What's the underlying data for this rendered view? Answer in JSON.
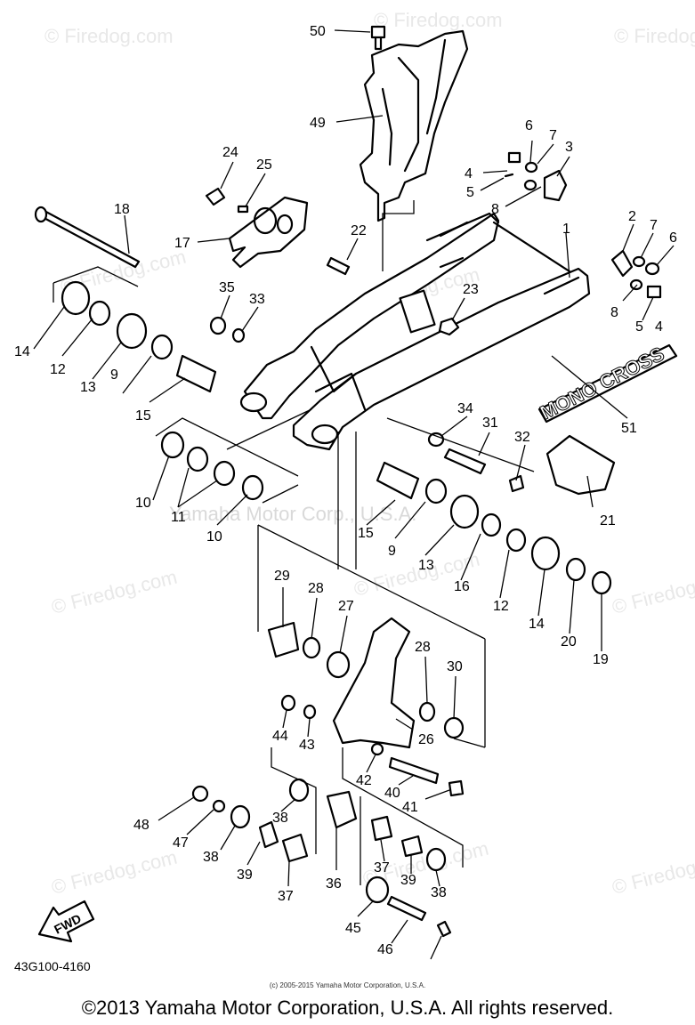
{
  "watermarks": [
    "© Firedog.com",
    "Yamaha Motor Corp., U.S.A."
  ],
  "logo_text": "MONO CROSS",
  "fwd_text": "FWD",
  "catalog_number": "43G100-4160",
  "small_copyright": "(c) 2005-2015 Yamaha Motor Corporation, U.S.A.",
  "copyright": "©2013 Yamaha Motor Corporation, U.S.A. All rights reserved.",
  "callouts": [
    "50",
    "49",
    "6",
    "7",
    "3",
    "4",
    "5",
    "8",
    "24",
    "25",
    "18",
    "17",
    "22",
    "2",
    "7",
    "6",
    "1",
    "35",
    "33",
    "23",
    "8",
    "5",
    "4",
    "14",
    "12",
    "13",
    "9",
    "15",
    "51",
    "34",
    "31",
    "32",
    "10",
    "11",
    "10",
    "15",
    "9",
    "13",
    "16",
    "12",
    "14",
    "20",
    "19",
    "21",
    "29",
    "28",
    "27",
    "28",
    "30",
    "44",
    "43",
    "26",
    "42",
    "40",
    "41",
    "48",
    "47",
    "38",
    "39",
    "37",
    "36",
    "37",
    "39",
    "38",
    "38",
    "45",
    "46"
  ]
}
